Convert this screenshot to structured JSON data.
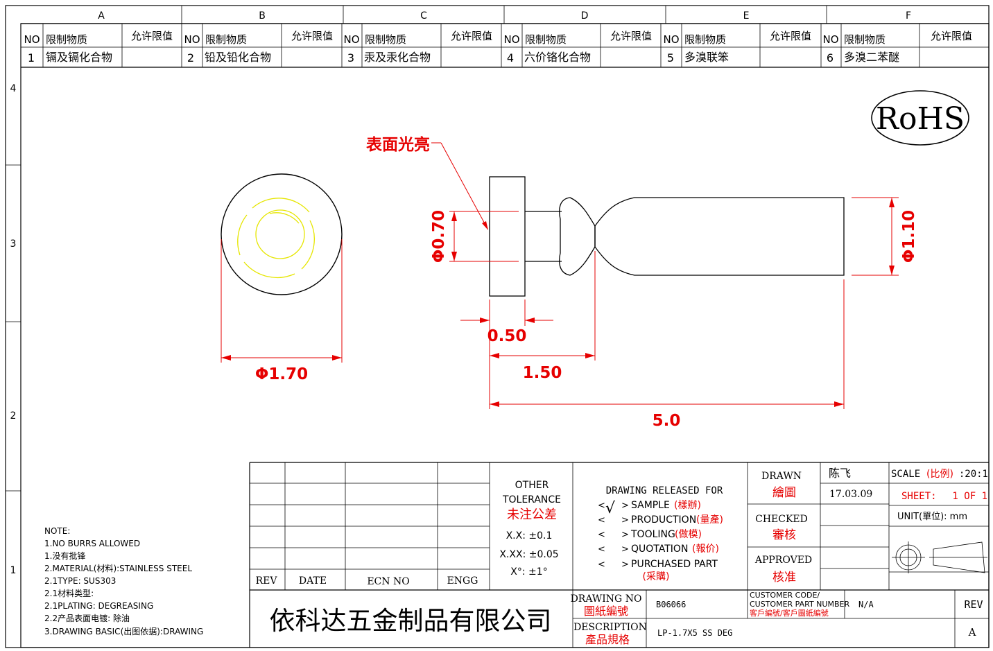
{
  "border": {
    "columns": [
      "A",
      "B",
      "C",
      "D",
      "E",
      "F"
    ],
    "rows": [
      "4",
      "3",
      "2",
      "1"
    ]
  },
  "substances": {
    "header": {
      "no": "NO",
      "substance": "限制物质",
      "limit": "允许限值"
    },
    "items": [
      {
        "no": "1",
        "name": "镉及镉化合物"
      },
      {
        "no": "2",
        "name": "铅及铅化合物"
      },
      {
        "no": "3",
        "name": "汞及汞化合物"
      },
      {
        "no": "4",
        "name": "六价铬化合物"
      },
      {
        "no": "5",
        "name": "多溴联笨"
      },
      {
        "no": "6",
        "name": "多溴二苯醚"
      }
    ]
  },
  "rohs": "RoHS",
  "callout": "表面光亮",
  "dimensions": {
    "d070": "Φ0.70",
    "d110": "Φ1.10",
    "d170": "Φ1.70",
    "l050": "0.50",
    "l150": "1.50",
    "l50": "5.0"
  },
  "notes": [
    "NOTE:",
    "1.NO BURRS ALLOWED",
    "1.没有批锋",
    "2.MATERIAL(材料):STAINLESS STEEL",
    "2.1TYPE: SUS303",
    "2.1材料类型:",
    "2.1PLATING: DEGREASING",
    "2.2产品表面电镀: 除油",
    "3.DRAWING BASIC(出图依据):DRAWING"
  ],
  "revision_table": {
    "rev": "REV",
    "date": "DATE",
    "ecn": "ECN NO",
    "engg": "ENGG"
  },
  "tolerance": {
    "title1": "OTHER",
    "title2": "TOLERANCE",
    "title_cn": "未注公差",
    "x1": "X.X: ±0.1",
    "x2": "X.XX: ±0.05",
    "angle": "X°: ±1°"
  },
  "release": {
    "title": "DRAWING RELEASED FOR",
    "check": "√",
    "items": [
      {
        "en": "SAMPLE",
        "cn": "(樣辦)",
        "checked": true
      },
      {
        "en": "PRODUCTION",
        "cn": "(量產)",
        "checked": false
      },
      {
        "en": "TOOLING",
        "cn": "(做模)",
        "checked": false
      },
      {
        "en": "QUOTATION",
        "cn": "(報价)",
        "checked": false
      },
      {
        "en": "PURCHASED PART",
        "cn": "(采購)",
        "checked": false
      }
    ]
  },
  "approval": {
    "drawn_en": "DRAWN",
    "drawn_cn": "繪圖",
    "checked_en": "CHECKED",
    "checked_cn": "審核",
    "approved_en": "APPROVED",
    "approved_cn": "核准",
    "drawn_by": "陈飞",
    "drawn_date": "17.03.09",
    "scale_en": "SCALE",
    "scale_cn": "(比例)",
    "scale_value": ":20:1",
    "sheet_label": "SHEET:",
    "sheet_value": "1 OF 1",
    "unit": "UNIT(單位): mm"
  },
  "company": "依科达五金制品有限公司",
  "drawing_no": {
    "en": "DRAWING NO",
    "cn": "圖紙編號",
    "value": "B06066"
  },
  "description": {
    "en": "DESCRIPTION",
    "cn": "產品規格",
    "value": "LP-1.7X5 SS DEG"
  },
  "customer": {
    "label1": "CUSTOMER CODE/",
    "label2": "CUSTOMER PART NUMBER",
    "label_cn": "客戶編號/客戶圖紙編號",
    "value": "N/A"
  },
  "rev_block": {
    "label": "REV",
    "value": "A"
  },
  "colors": {
    "dimension": "#e60000",
    "line": "#000000",
    "swirl": "#e6e600"
  }
}
